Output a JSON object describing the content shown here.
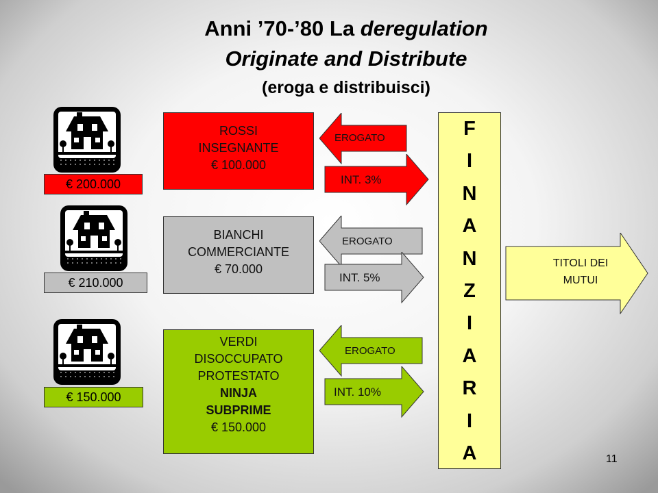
{
  "title": {
    "line1": "Anni ’70-’80 La ",
    "line1_italic": "deregulation",
    "line2": "Originate and Distribute",
    "line3": "(eroga e distribuisci)"
  },
  "rows": [
    {
      "color": "#ff0000",
      "price": "€ 200.000",
      "lines": [
        "ROSSI",
        "INSEGNANTE",
        "€ 100.000"
      ],
      "bold": [],
      "erogato": "EROGATO",
      "interest": "INT. 3%"
    },
    {
      "color": "#c0c0c0",
      "price": "€ 210.000",
      "lines": [
        "BIANCHI",
        "COMMERCIANTE",
        "€ 70.000"
      ],
      "bold": [],
      "erogato": "EROGATO",
      "interest": "INT. 5%"
    },
    {
      "color": "#99cc00",
      "price": "€ 150.000",
      "lines": [
        "VERDI",
        "DISOCCUPATO",
        "PROTESTATO"
      ],
      "bold": [
        "NINJA",
        "SUBPRIME"
      ],
      "amount": "€ 150.000",
      "erogato": "EROGATO",
      "interest": "INT. 10%"
    }
  ],
  "finanziaria": [
    "F",
    "I",
    "N",
    "A",
    "N",
    "Z",
    "I",
    "A",
    "R",
    "I",
    "A"
  ],
  "titoli": {
    "line1": "TITOLI DEI",
    "line2": "MUTUI",
    "color": "#ffff99"
  },
  "page_number": "11"
}
